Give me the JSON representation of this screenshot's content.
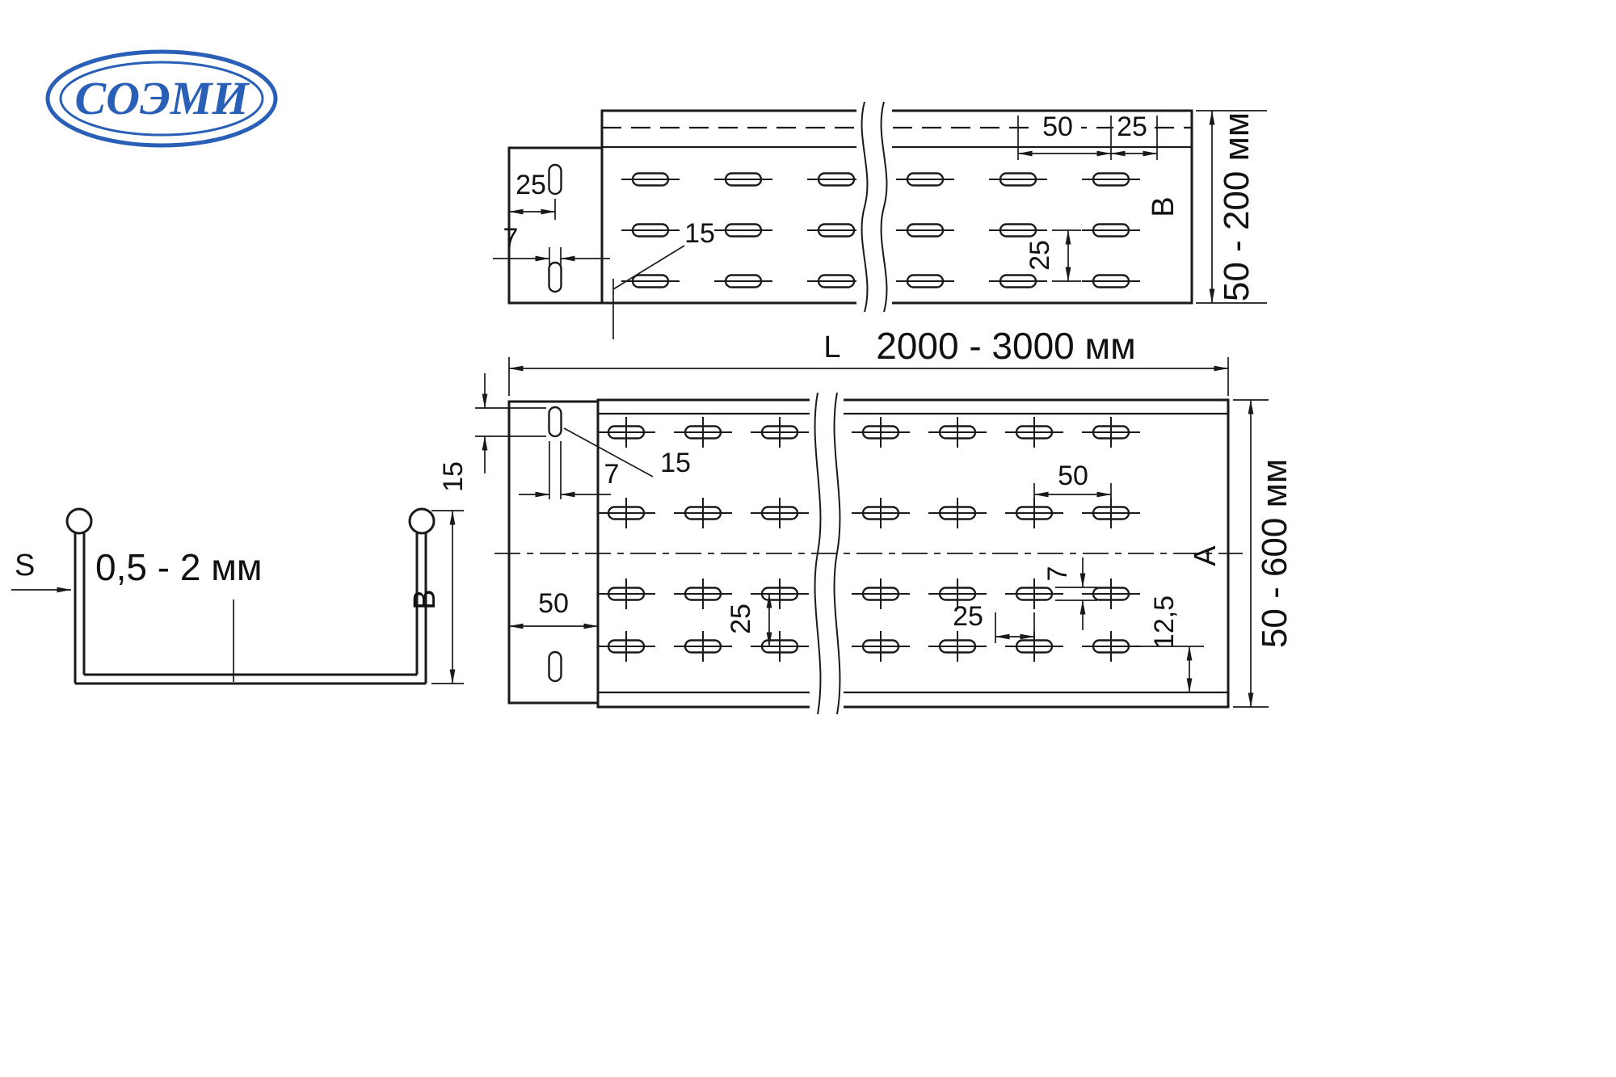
{
  "logo": {
    "text": "СОЭМИ"
  },
  "profile_view": {
    "s_label": "S",
    "thickness_range": "0,5 - 2 мм",
    "height_label": "B"
  },
  "side_view": {
    "dim_col_spacing": "50",
    "dim_edge_offset": "25",
    "dim_flange_offset": "25",
    "dim_slot_width": "7",
    "dim_slot_length": "15",
    "dim_row_spacing": "25",
    "height_label": "B",
    "height_range": "50 - 200 мм"
  },
  "plan_view": {
    "length_label": "L",
    "length_range": "2000 - 3000 мм",
    "dim_flange_slot_length": "15",
    "dim_flange_slot_width": "7",
    "dim_slot_length_leader": "15",
    "dim_flange_width": "50",
    "dim_row_spacing": "25",
    "dim_col_spacing": "50",
    "dim_slot_width": "7",
    "dim_col_offset": "25",
    "dim_edge_offset": "12,5",
    "width_label": "A",
    "width_range": "50 - 600 мм"
  }
}
